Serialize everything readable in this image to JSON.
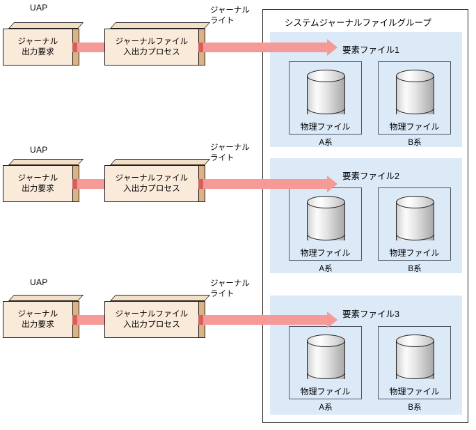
{
  "diagram": {
    "title_group": "システムジャーナルファイルグループ",
    "uap_label": "UAP",
    "journal_write_label": "ジャーナル\nライト",
    "request_box_label": "ジャーナル\n出力要求",
    "process_box_label": "ジャーナルファイル\n入出力プロセス",
    "physical_file_label": "物理ファイル",
    "system_a_label": "A系",
    "system_b_label": "B系",
    "colors": {
      "box_face": "#faeada",
      "box_top": "#f2dfc6",
      "box_side": "#dcb183",
      "arrow": "#f59a96",
      "arrow_stub": "#d6605e",
      "panel": "#dce9f7",
      "border": "#231f20",
      "panel_border": "#4b5566"
    },
    "rows": [
      {
        "uap": "UAP",
        "request": "ジャーナル\n出力要求",
        "process": "ジャーナルファイル\n入出力プロセス",
        "write": "ジャーナル\nライト",
        "element_file": "要素ファイル1",
        "files": [
          {
            "name": "物理ファイル",
            "system": "A系"
          },
          {
            "name": "物理ファイル",
            "system": "B系"
          }
        ]
      },
      {
        "uap": "UAP",
        "request": "ジャーナル\n出力要求",
        "process": "ジャーナルファイル\n入出力プロセス",
        "write": "ジャーナル\nライト",
        "element_file": "要素ファイル2",
        "files": [
          {
            "name": "物理ファイル",
            "system": "A系"
          },
          {
            "name": "物理ファイル",
            "system": "B系"
          }
        ]
      },
      {
        "uap": "UAP",
        "request": "ジャーナル\n出力要求",
        "process": "ジャーナルファイル\n入出力プロセス",
        "write": "ジャーナル\nライト",
        "element_file": "要素ファイル3",
        "files": [
          {
            "name": "物理ファイル",
            "system": "A系"
          },
          {
            "name": "物理ファイル",
            "system": "B系"
          }
        ]
      }
    ]
  }
}
